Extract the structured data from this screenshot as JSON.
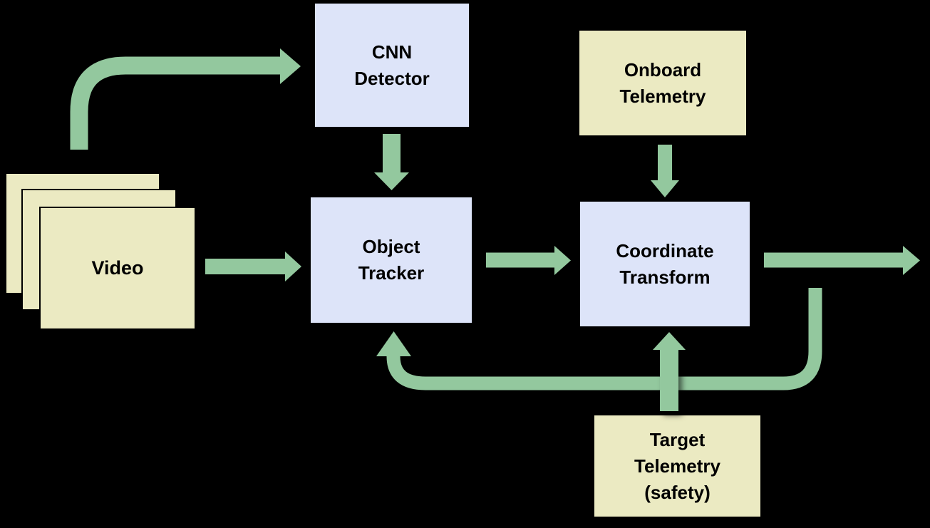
{
  "diagram": {
    "background": "#000000",
    "colors": {
      "arrow": "#93c89e",
      "process_box_fill": "#dde4f9",
      "data_box_fill": "#ebeac2",
      "label_text": "#000000"
    },
    "nodes": {
      "video": {
        "type": "data-source",
        "label": "Video"
      },
      "cnn_detector": {
        "type": "process",
        "lines": [
          "CNN",
          "Detector"
        ]
      },
      "object_tracker": {
        "type": "process",
        "lines": [
          "Object",
          "Tracker"
        ]
      },
      "coordinate_transform": {
        "type": "process",
        "lines": [
          "Coordinate",
          "Transform"
        ]
      },
      "onboard_telemetry": {
        "type": "data-source",
        "lines": [
          "Onboard",
          "Telemetry"
        ]
      },
      "target_telemetry": {
        "type": "data-source",
        "lines": [
          "Target",
          "Telemetry",
          "(safety)"
        ]
      }
    },
    "edges": [
      {
        "from": "video",
        "to": "cnn_detector"
      },
      {
        "from": "cnn_detector",
        "to": "object_tracker"
      },
      {
        "from": "video",
        "to": "object_tracker"
      },
      {
        "from": "object_tracker",
        "to": "coordinate_transform"
      },
      {
        "from": "onboard_telemetry",
        "to": "coordinate_transform"
      },
      {
        "from": "coordinate_transform",
        "to": "output-right"
      },
      {
        "from": "coordinate_transform",
        "to": "object_tracker",
        "note": "feedback loop"
      },
      {
        "from": "target_telemetry",
        "to": "coordinate_transform"
      }
    ]
  }
}
